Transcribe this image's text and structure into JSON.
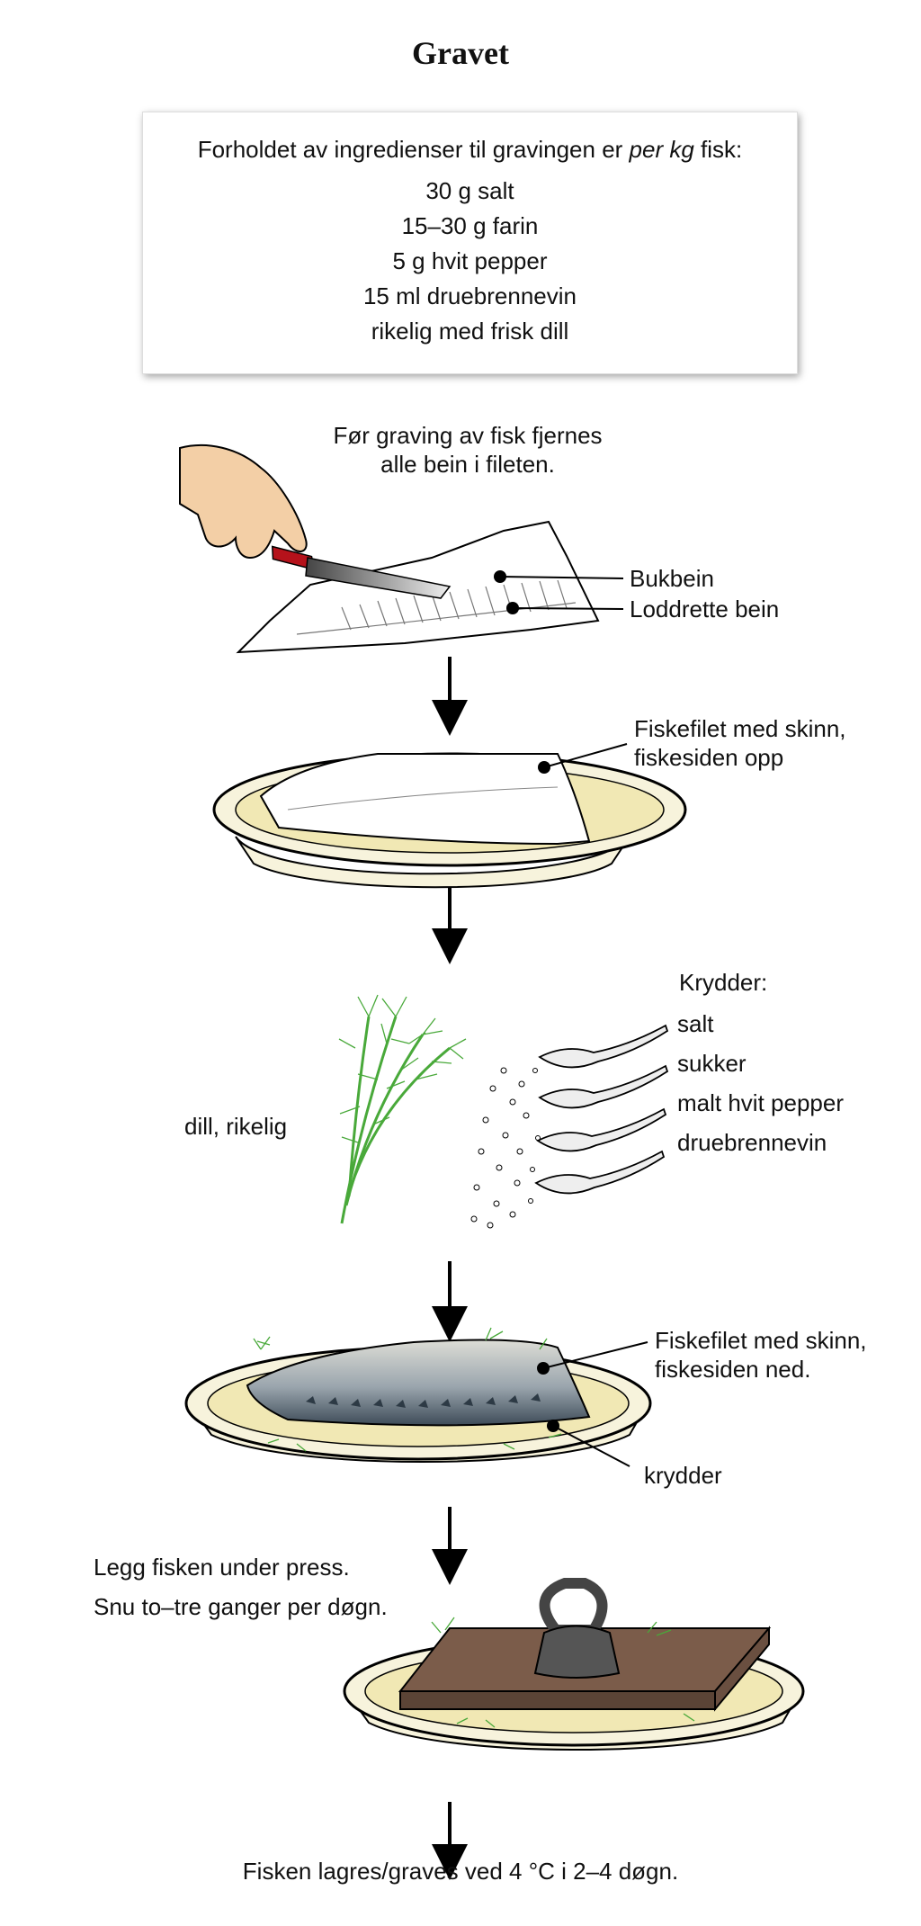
{
  "title": "Gravet",
  "ingredients": {
    "intro_prefix": "Forholdet av ingredienser til gravingen er ",
    "intro_em": "per kg",
    "intro_suffix": " fisk:",
    "items": [
      "30 g salt",
      "15–30 g farin",
      "5 g hvit pepper",
      "15 ml druebrennevin",
      "rikelig med frisk dill"
    ]
  },
  "step1": {
    "caption_line1": "Før graving av fisk fjernes",
    "caption_line2": "alle bein i fileten.",
    "label_belly": "Bukbein",
    "label_vertical": "Loddrette bein"
  },
  "step2": {
    "label_line1": "Fiskefilet med skinn,",
    "label_line2": "fiskesiden opp"
  },
  "step3": {
    "dill_label": "dill, rikelig",
    "spices_title": "Krydder:",
    "spices": [
      "salt",
      "sukker",
      "malt hvit pepper",
      "druebrennevin"
    ]
  },
  "step4": {
    "label_line1": "Fiskefilet med skinn,",
    "label_line2": "fiskesiden ned.",
    "spice_label": "krydder"
  },
  "step5": {
    "line1": "Legg fisken under press.",
    "line2": "Snu to–tre ganger per døgn."
  },
  "final": "Fisken lagres/graves ved 4 °C i 2–4 døgn.",
  "colors": {
    "plate_rim": "#f7f3dc",
    "plate_fill": "#f1e8b4",
    "fillet": "#ffffff",
    "skin_dark": "#5e6b76",
    "board": "#7b5c4a",
    "weight": "#555555",
    "dill": "#49a93a",
    "knife_handle": "#b5121b"
  }
}
